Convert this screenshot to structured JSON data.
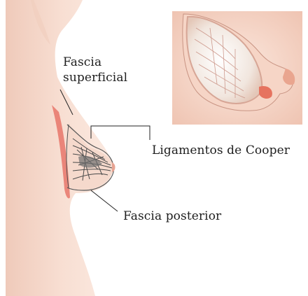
{
  "labels": {
    "fascia_superficial_line1": "Fascia",
    "fascia_superficial_line2": "superficial",
    "ligamentos_de_cooper": "Ligamentos de Cooper",
    "fascia_posterior": "Fascia posterior"
  },
  "colors": {
    "skin": "#f7dccf",
    "skin_shadow": "#efc6b4",
    "tissue_red": "#e46a5c",
    "fascia_line": "#555555",
    "inset_background": "#f4d3c6"
  },
  "figures": {
    "main": "anatomical-side-view-breast-torso",
    "inset": "breast-cross-section-illustration"
  }
}
